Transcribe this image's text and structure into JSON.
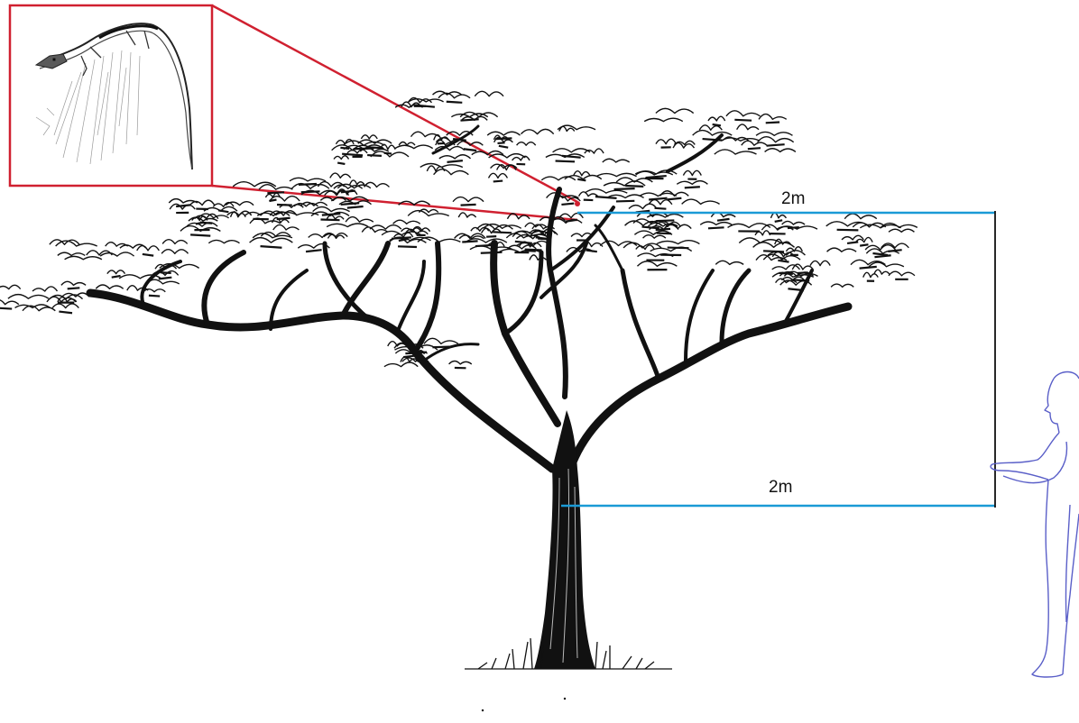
{
  "measurements": {
    "upper_label": "2m",
    "lower_label": "2m"
  },
  "colors": {
    "measure_line": "#1a9ad6",
    "inset_frame": "#d02030",
    "tree_ink": "#111111",
    "person_outline": "#5a5fc8",
    "scale_bar": "#111111"
  },
  "icons": {
    "tree": "acacia-tree-sketch",
    "inset": "lizard-on-branch-sketch",
    "person": "human-silhouette-outline"
  }
}
